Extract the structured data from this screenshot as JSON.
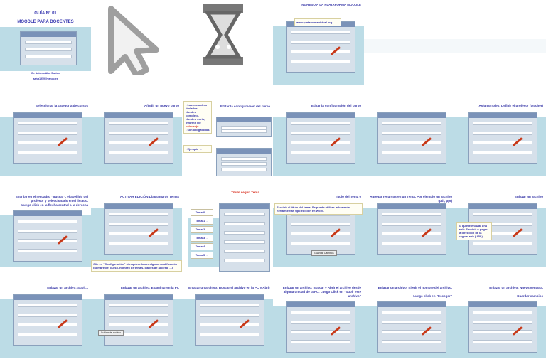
{
  "view": "slide-sorter",
  "colors": {
    "title": "#3838a8",
    "accent_bg": "#bcdce6",
    "arrow": "#c83818",
    "red_text": "#d83020"
  },
  "slides": [
    {
      "title": "GUÍA N° 01",
      "subtitle": "MOODLE PARA DOCENTES",
      "author": "Dr. Antonio Alva Santos",
      "email": "aalva1959@yahoo.es"
    },
    {
      "icon": "mouse-pointer-icon"
    },
    {
      "icon": "hourglass-icon"
    },
    {
      "title": "INGRESO A LA PLATAFORMA MOODLE",
      "url": "www.plataformavirtual.org"
    },
    {},
    {},
    {
      "title": "Seleccionar la categoría de cursos"
    },
    {
      "title": "Añadir un nuevo curso"
    },
    {
      "lines": [
        "- Los recuadros titulados:",
        "Nombre completo,",
        "Nombre corto,",
        "Informe (de",
        "color rojo",
        ") son obligatorios"
      ],
      "example": "- Ejemplo →"
    },
    {
      "title": "Editar la configuración del curso"
    },
    {
      "title": ""
    },
    {
      "title": "Asignar roles: Definir el profesor (teacher)"
    },
    {
      "title": "Escribir en el recuadro “Buscar”, el apellido del profesor y seleccionarlo en el listado.",
      "subtitle": "Luego click en la flecha central a la derecha"
    },
    {
      "title": "ACTIVAR EDICIÓN  Diagrama de Temas",
      "note": "Clic en “Configuración” si requiere hacer alguna modificación (nombre del curso, número de temas, claves de acceso, ...)"
    },
    {
      "title": "Título según Tema",
      "temas": [
        "Tema 0 →",
        "Tema 1 →",
        "Tema 2 →",
        "Tema 3 →",
        "Tema 4 →",
        "Tema 5 →"
      ]
    },
    {
      "title": "Título del Tema 0",
      "note": "Escribir el título del tema. Se puede utilizar la barra de herramientas tipo edición en Word.",
      "button": "Guardar Cambios"
    },
    {
      "title": "Agregar recursos en un Tema. Por ejemplo un archivo (pdf, ppt)"
    },
    {
      "title": "Enlazar un archivo",
      "note": "Si quiere enlazar una web: Escribir o pegar la dirección de la página web (URL)"
    },
    {
      "title": "Enlazar un archivo: Subir..."
    },
    {
      "title": "Enlazar un archivo: Examinar en la PC",
      "button": "Subir este archivo"
    },
    {
      "title": "Enlazar un archivo: Buscar el archivo en la PC y Abrir"
    },
    {
      "title": "Enlazar un archivo: Buscar y Abrir el archivo desde alguna unidad de la PC. Luego Click en “Subir este archivo”"
    },
    {
      "title": "Enlazar un archivo: Elegir el nombre del archivo.",
      "subtitle": "Luego click en “Escoger”"
    },
    {
      "title": "Enlazar un archivo: Nueva ventana.",
      "subtitle": "Guardar cambios"
    }
  ]
}
